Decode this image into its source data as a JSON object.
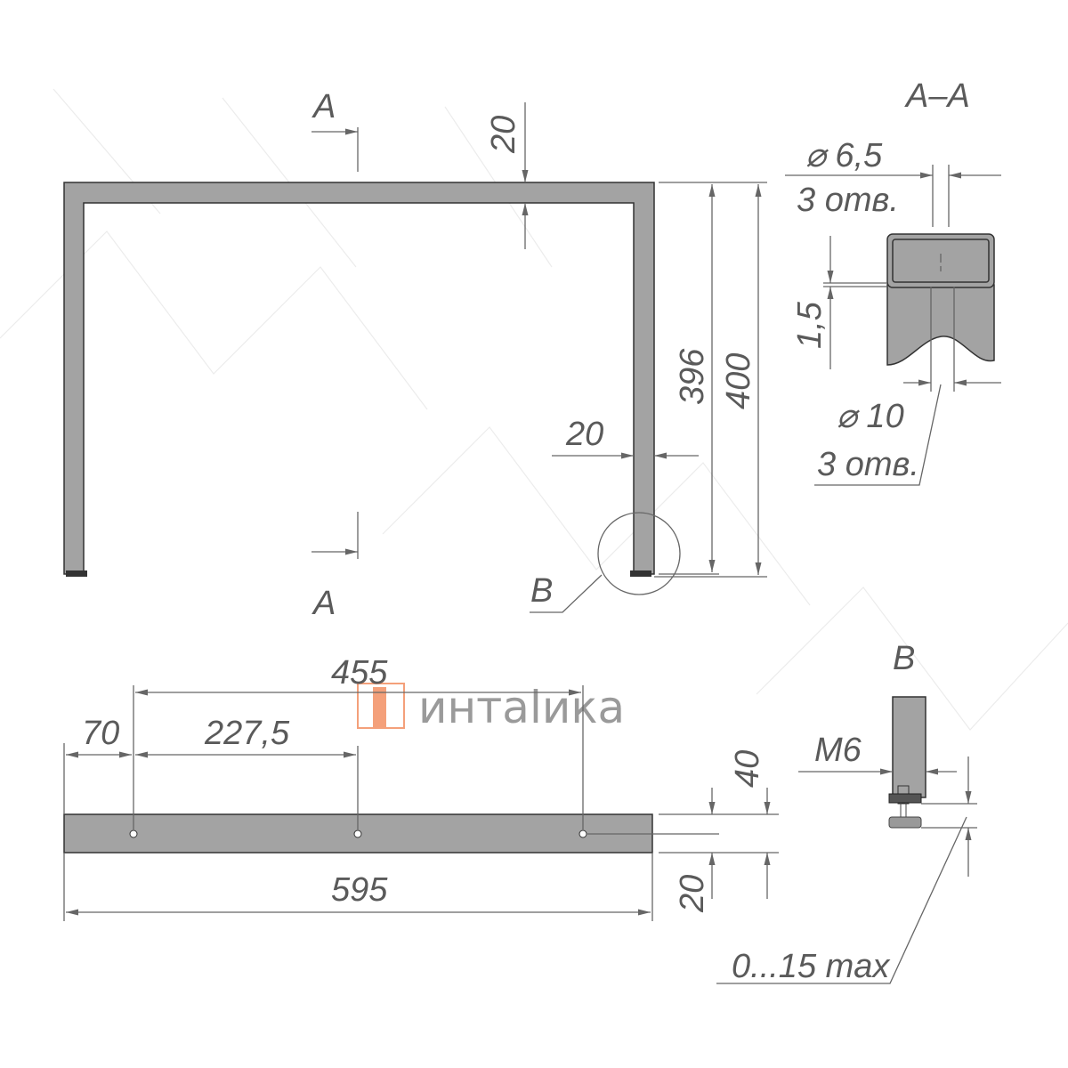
{
  "logo": {
    "brand_text": "интаlика",
    "mark_color": "#f08a5a",
    "text_color": "#9a9a9a"
  },
  "labels": {
    "section_a_top": "A",
    "section_a_bottom": "A",
    "detail_b_callout": "B",
    "section_title": "A–A",
    "detail_title": "B"
  },
  "dimensions": {
    "top_tube": "20",
    "inner_height": "396",
    "outer_height": "400",
    "leg_width": "20",
    "hole_span": "455",
    "hole_pitch": "227,5",
    "hole_offset": "70",
    "overall_length": "595",
    "bar_width": "40",
    "hole_center": "20",
    "small_hole_dia": "⌀ 6,5",
    "small_hole_count": "3 отв.",
    "wall_thickness": "1,5",
    "large_hole_dia": "⌀ 10",
    "large_hole_count": "3 отв.",
    "thread": "M6",
    "adjust_range": "0...15 max"
  },
  "colors": {
    "part_fill": "#a3a3a3",
    "line": "#666666"
  }
}
